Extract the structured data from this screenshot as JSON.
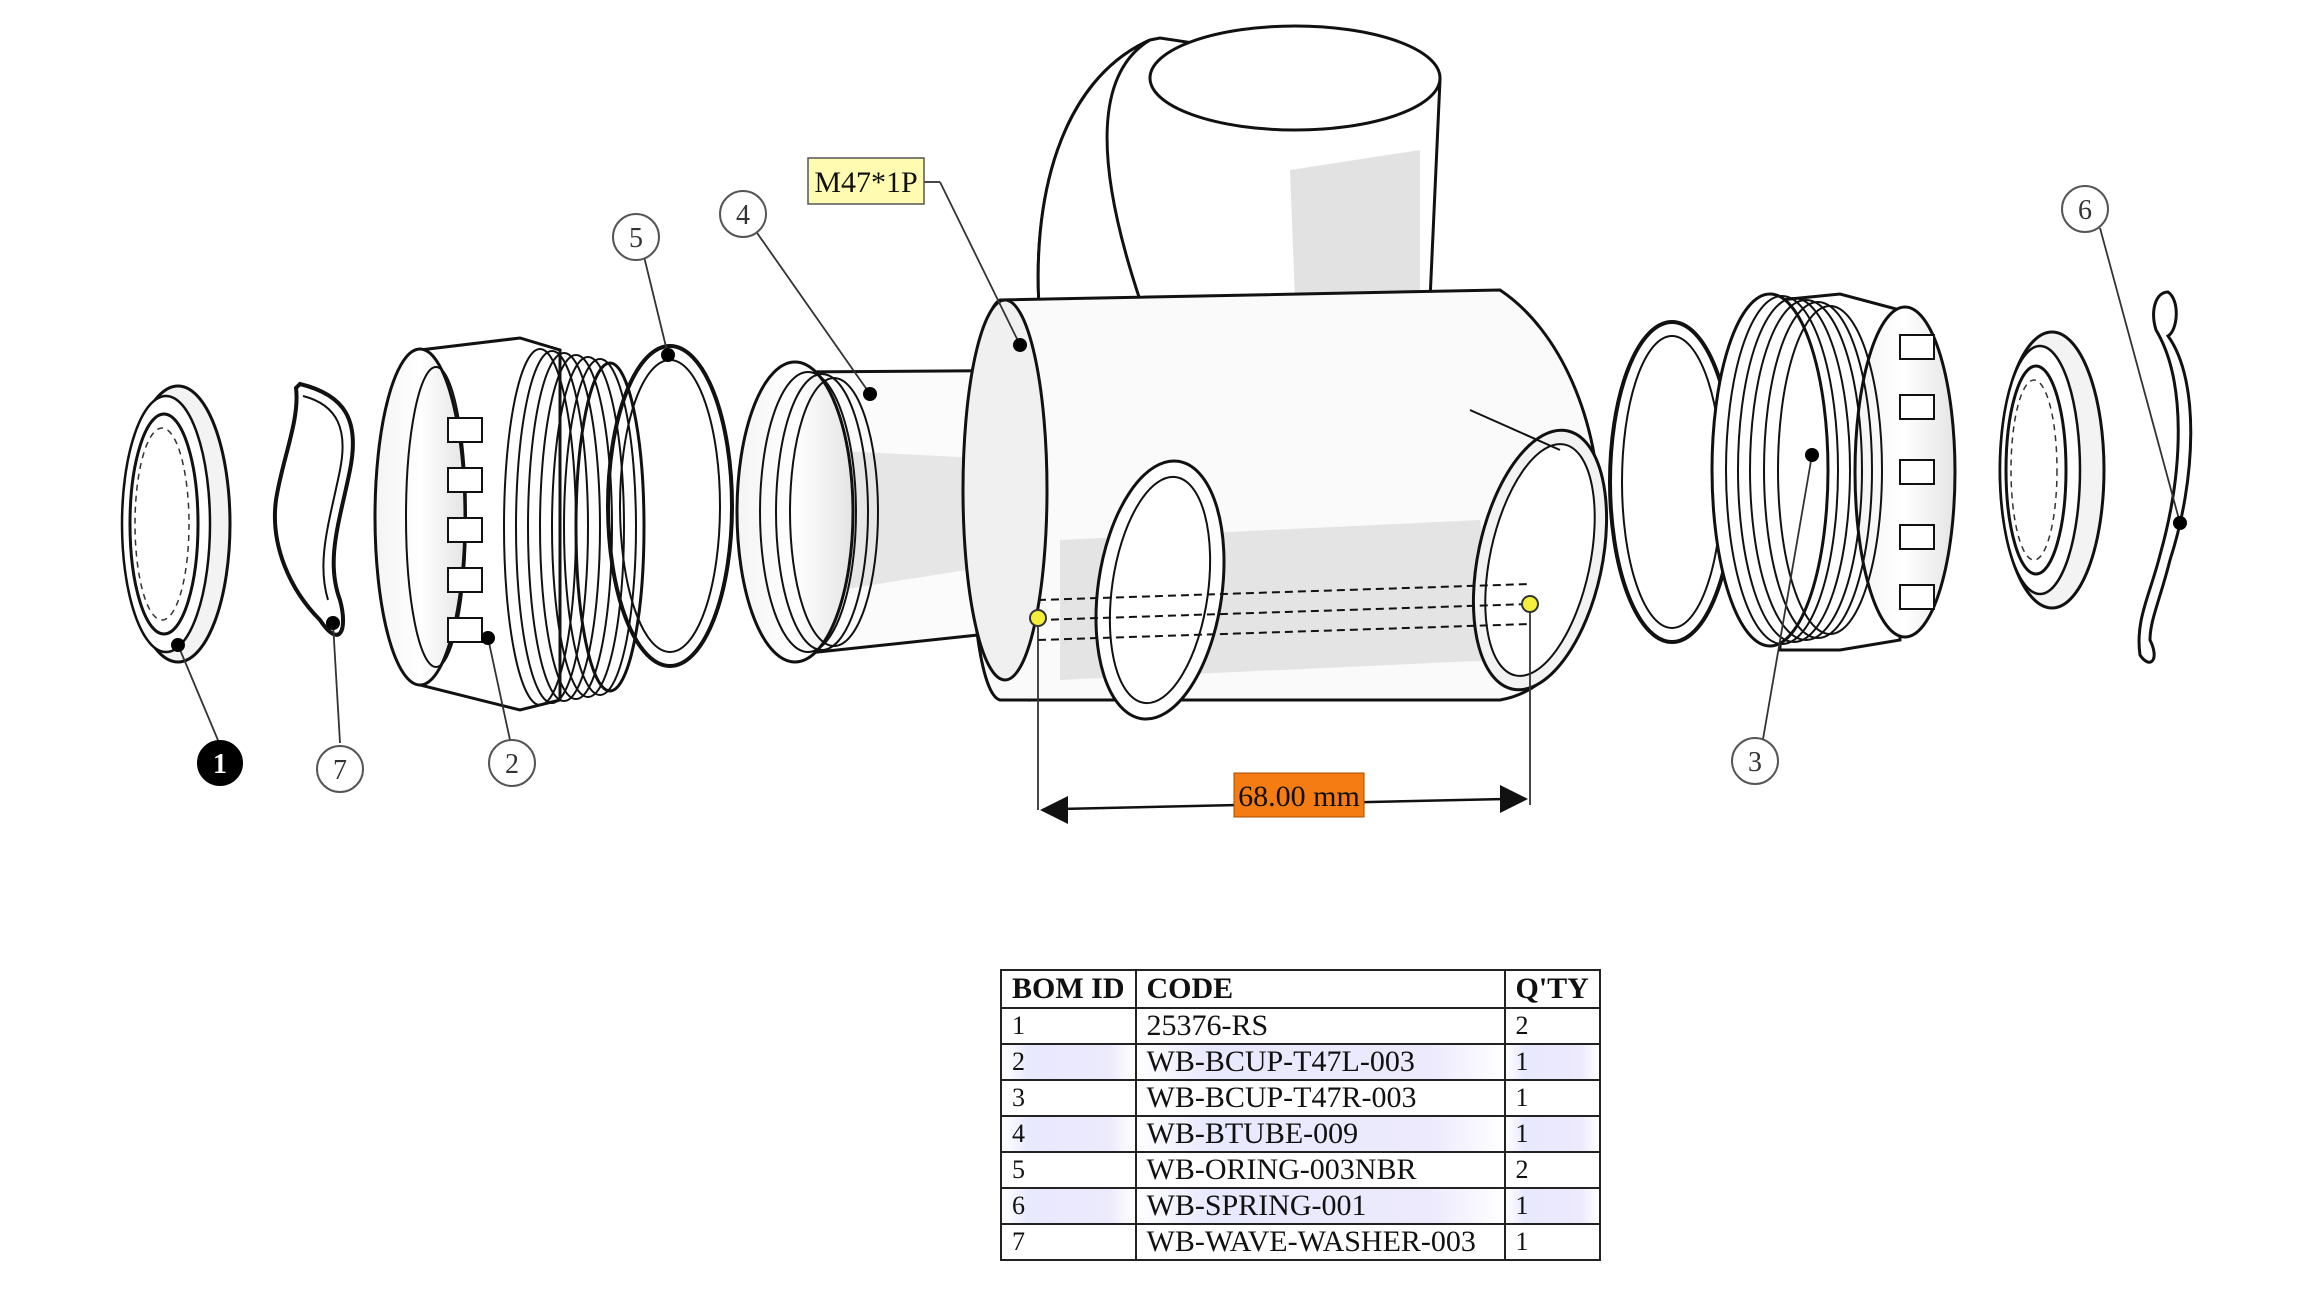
{
  "callouts": {
    "c1": "1",
    "c2": "2",
    "c3": "3",
    "c4": "4",
    "c5": "5",
    "c6": "6",
    "c7": "7"
  },
  "thread_label": "M47*1P",
  "dimension_label": "68.00 mm",
  "colors": {
    "thread_label_bg": "#fffbb0",
    "dimension_label_bg": "#f47c12",
    "callout_selected": "#000000",
    "point_marker": "#f5ef3b",
    "row_shade": "#e8e8ff"
  },
  "bom": {
    "headers": [
      "BOM ID",
      "CODE",
      "Q'TY"
    ],
    "rows": [
      {
        "id": "1",
        "code": "25376-RS",
        "qty": "2"
      },
      {
        "id": "2",
        "code": "WB-BCUP-T47L-003",
        "qty": "1"
      },
      {
        "id": "3",
        "code": "WB-BCUP-T47R-003",
        "qty": "1"
      },
      {
        "id": "4",
        "code": "WB-BTUBE-009",
        "qty": "1"
      },
      {
        "id": "5",
        "code": "WB-ORING-003NBR",
        "qty": "2"
      },
      {
        "id": "6",
        "code": "WB-SPRING-001",
        "qty": "1"
      },
      {
        "id": "7",
        "code": "WB-WAVE-WASHER-003",
        "qty": "1"
      }
    ]
  }
}
